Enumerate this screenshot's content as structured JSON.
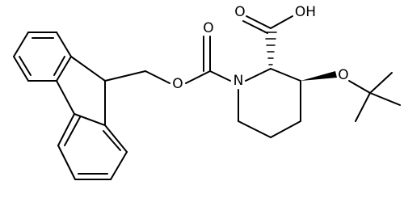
{
  "structure": {
    "atom_labels": {
      "ester_o_ring": "O",
      "carbamate_o": "O",
      "ring_n": "N",
      "acid_o_double": "O",
      "acid_oh": "OH",
      "ether_o": "O"
    }
  }
}
